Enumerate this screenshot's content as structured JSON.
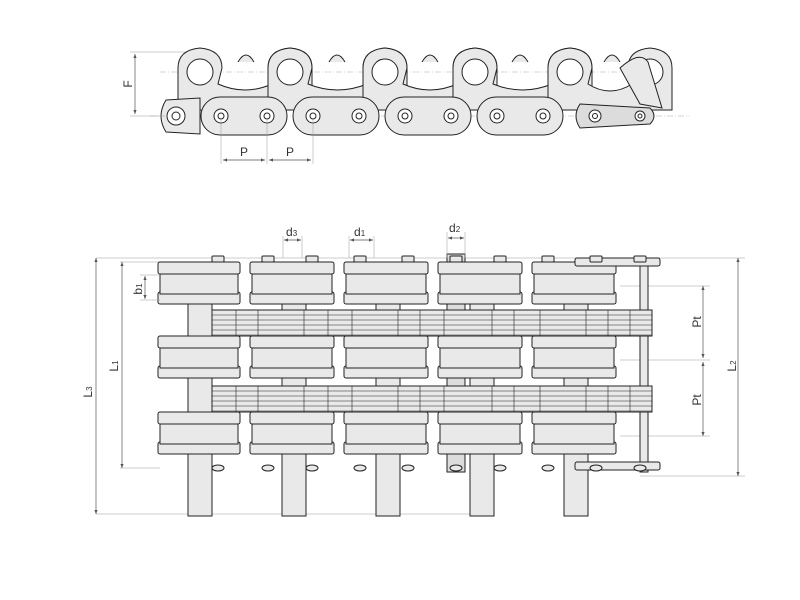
{
  "colors": {
    "part_fill": "#e9e9e9",
    "outline": "#222222",
    "dimension": "#555555"
  },
  "side_view": {
    "labels": {
      "height": "F",
      "pitch_a": "P",
      "pitch_b": "P"
    }
  },
  "top_view": {
    "labels": {
      "pin_d3": "d",
      "pin_d3_sub": "3",
      "pin_d1": "d",
      "pin_d1_sub": "1",
      "pin_d2": "d",
      "pin_d2_sub": "2",
      "width_b1": "b",
      "width_b1_sub": "1",
      "length_l1": "L",
      "length_l1_sub": "1",
      "length_l3": "L",
      "length_l3_sub": "3",
      "length_l2": "L",
      "length_l2_sub": "2",
      "transverse_pitch_a": "Pt",
      "transverse_pitch_b": "Pt"
    }
  }
}
